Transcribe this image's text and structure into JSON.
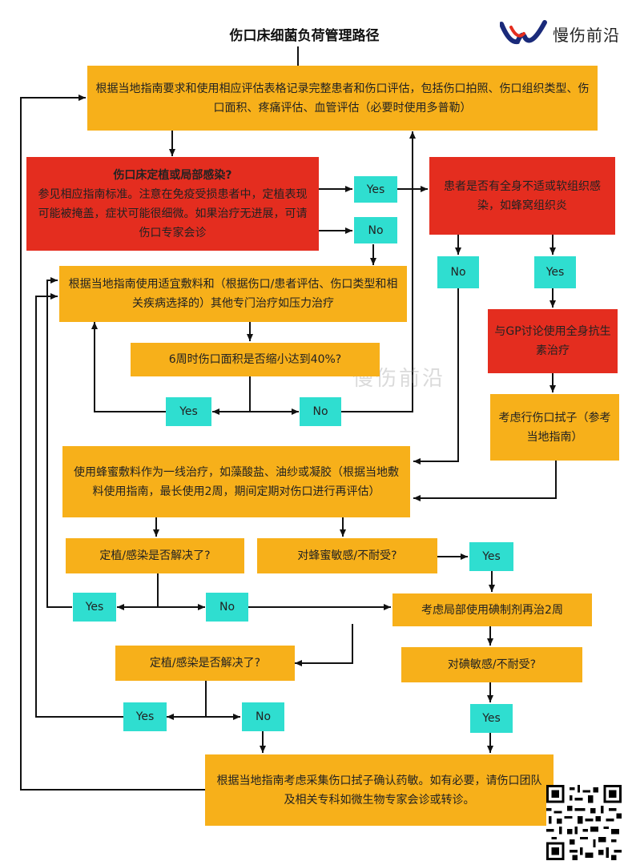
{
  "title": "伤口床细菌负荷管理路径",
  "brand": {
    "logo_icon": "brand-w-logo-icon",
    "text": "慢伤前沿"
  },
  "watermark": "慢伤前沿",
  "colors": {
    "orange": "#f7b01a",
    "red": "#e42d1f",
    "teal": "#2fded0"
  },
  "nodes": {
    "n1": "根据当地指南要求和使用相应评估表格记录完整患者和伤口评估，包括伤口拍照、伤口组织类型、伤口面积、疼痛评估、血管评估（必要时使用多普勒）",
    "n2_title": "伤口床定植或局部感染?",
    "n2_body": "参见相应指南标准。注意在免疫受损患者中，定植表现可能被掩盖，症状可能很细微。如果治疗无进展，可请伤口专家会诊",
    "n3": "患者是否有全身不适或软组织感染，如蜂窝组织炎",
    "n4": "根据当地指南使用适宜敷料和（根据伤口/患者评估、伤口类型和相关疾病选择的）其他专门治疗如压力治疗",
    "n5": "6周时伤口面积是否缩小达到40%?",
    "n6": "与GP讨论使用全身抗生素治疗",
    "n7": "考虑行伤口拭子（参考当地指南）",
    "n8": "使用蜂蜜敷料作为一线治疗，如藻酸盐、油纱或凝胶（根据当地敷料使用指南，最长使用2周，期间定期对伤口进行再评估）",
    "n9": "定植/感染是否解决了?",
    "n10": "对蜂蜜敏感/不耐受?",
    "n11": "考虑局部使用碘制剂再治2周",
    "n12": "定植/感染是否解决了?",
    "n13": "对碘敏感/不耐受?",
    "n14": "根据当地指南考虑采集伤口拭子确认药敏。如有必要，请伤口团队及相关专科如微生物专家会诊或转诊。"
  },
  "labels": {
    "yes": "Yes",
    "no": "No"
  },
  "qr_icon": "qr-code-icon"
}
